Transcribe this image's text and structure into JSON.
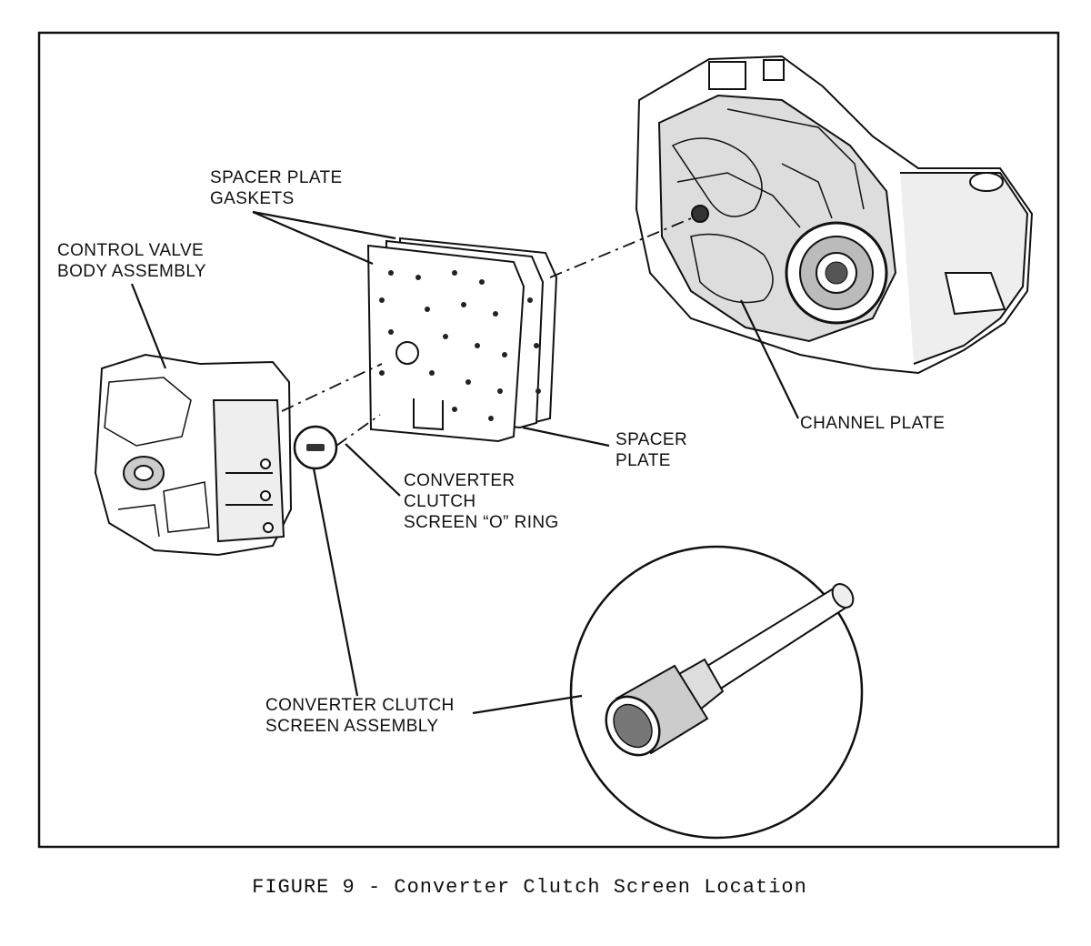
{
  "labels": {
    "spacer_plate_gaskets": [
      "SPACER PLATE",
      "GASKETS"
    ],
    "control_valve_body": [
      "CONTROL VALVE",
      "BODY ASSEMBLY"
    ],
    "channel_plate": [
      "CHANNEL PLATE"
    ],
    "spacer_plate": [
      "SPACER",
      "PLATE"
    ],
    "o_ring": [
      "CONVERTER",
      "CLUTCH",
      "SCREEN “O” RING"
    ],
    "screen_assembly": [
      "CONVERTER CLUTCH",
      "SCREEN ASSEMBLY"
    ]
  },
  "caption": "FIGURE 9 - Converter Clutch Screen Location"
}
